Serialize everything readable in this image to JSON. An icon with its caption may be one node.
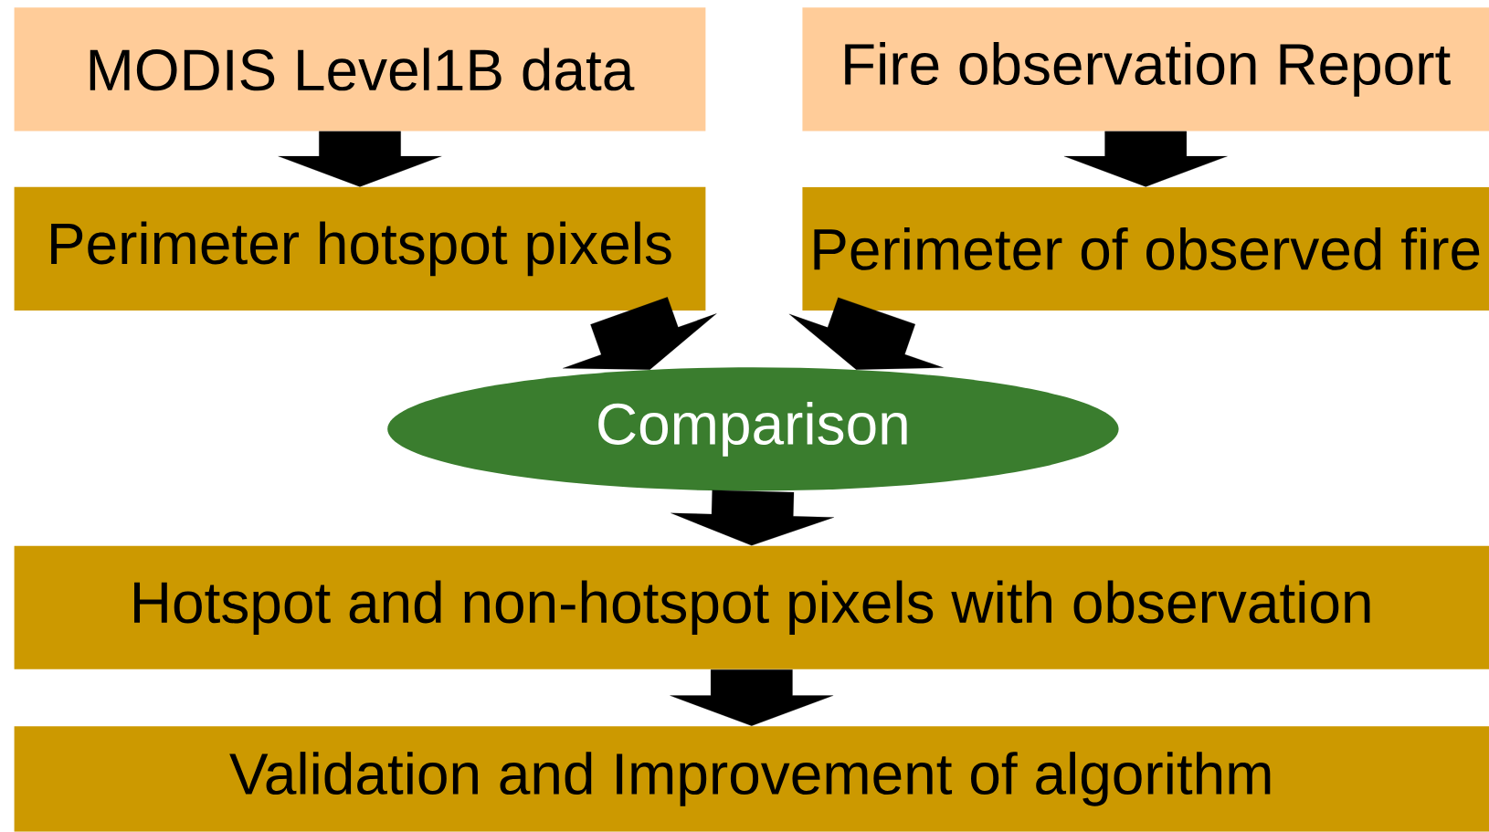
{
  "diagram": {
    "nodes": [
      {
        "text": [
          "MODIS Level1B data"
        ]
      },
      {
        "text": [
          "Fire observation Report"
        ]
      },
      {
        "text": [
          "Perimeter hotspot pixels"
        ]
      },
      {
        "text": [
          "Perimeter of observed fire"
        ]
      },
      {
        "text": [
          "Comparison"
        ]
      },
      {
        "text": [
          "Hotspot and non-hotspot pixels with observation"
        ]
      },
      {
        "text": [
          "Validation and Improvement of algorithm"
        ]
      }
    ],
    "edges": [
      {
        "from": 0,
        "to": 2,
        "arrow": "to"
      },
      {
        "from": 1,
        "to": 3,
        "arrow": "to"
      },
      {
        "from": 2,
        "to": 4,
        "arrow": "to"
      },
      {
        "from": 3,
        "to": 4,
        "arrow": "to"
      },
      {
        "from": 4,
        "to": 5,
        "arrow": "to"
      },
      {
        "from": 5,
        "to": 6,
        "arrow": "to"
      }
    ]
  }
}
